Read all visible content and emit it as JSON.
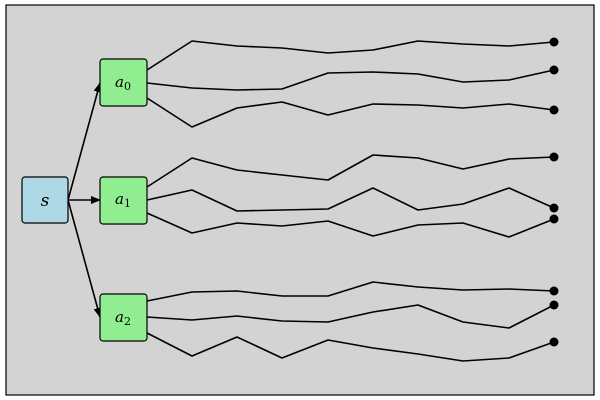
{
  "colors": {
    "background": "#d3d3d3",
    "frame": "#000000",
    "state_fill": "#add8e6",
    "action_fill": "#90ee90",
    "stroke": "#000000"
  },
  "state": {
    "symbol": "s"
  },
  "actions": [
    {
      "symbol": "a",
      "subscript": "0"
    },
    {
      "symbol": "a",
      "subscript": "1"
    },
    {
      "symbol": "a",
      "subscript": "2"
    }
  ],
  "rollouts_per_action": 3
}
